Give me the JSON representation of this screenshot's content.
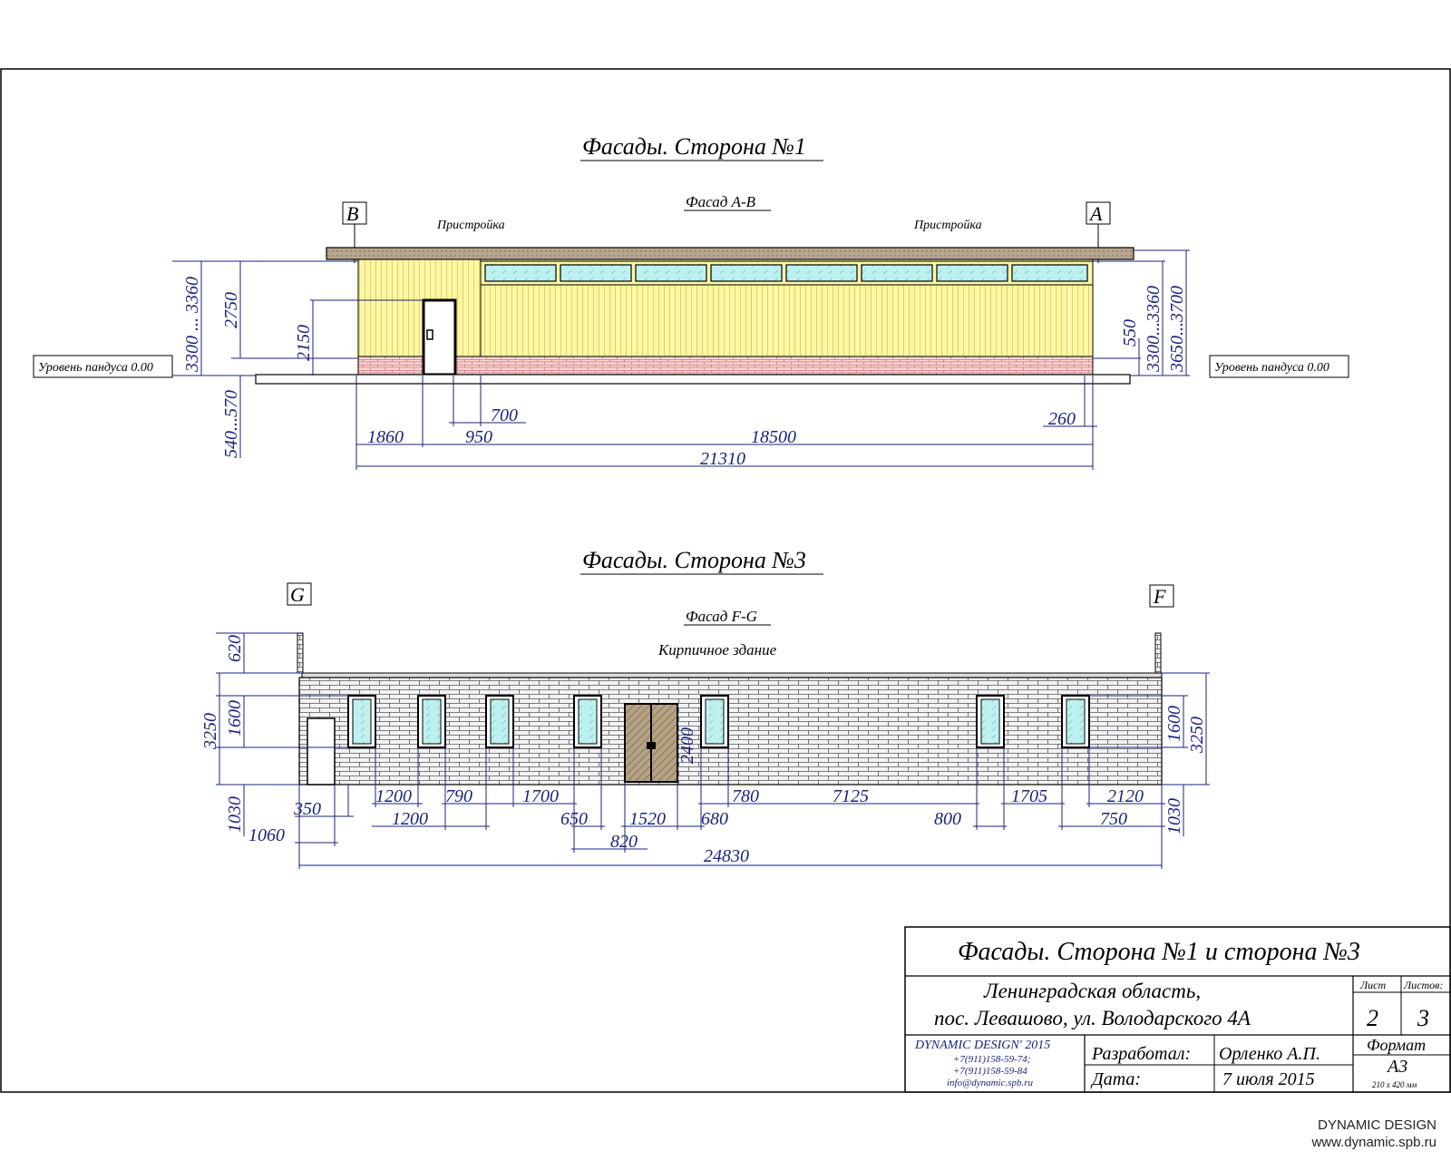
{
  "sheet_title_1": "Фасады. Сторона №1",
  "facade_1_subtitle": "Фасад А-В",
  "annex_label": "Пристройка",
  "axis_b": "В",
  "axis_a": "А",
  "ramp_level": "Уровень пандуса 0.00",
  "dims_1": {
    "h_3300_3360_left": "3300 ... 3360",
    "h_2750": "2750",
    "h_2150": "2150",
    "h_540_570": "540...570",
    "h_550": "550",
    "h_3300_3360_right": "3300...3360",
    "h_3650_3700": "3650...3700",
    "w_700": "700",
    "w_1860": "1860",
    "w_950": "950",
    "w_18500": "18500",
    "w_260": "260",
    "w_21310": "21310"
  },
  "sheet_title_3": "Фасады. Сторона №3",
  "facade_3_subtitle": "Фасад F-G",
  "brick_building": "Кирпичное здание",
  "axis_g": "G",
  "axis_f": "F",
  "dims_3": {
    "h_620": "620",
    "h_3250_left": "3250",
    "h_1600_left": "1600",
    "h_1030_left": "1030",
    "h_2400": "2400",
    "h_1600_right": "1600",
    "h_3250_right": "3250",
    "h_1030_right": "1030",
    "w_350": "350",
    "w_1060": "1060",
    "w_1200_top": "1200",
    "w_1200_bottom": "1200",
    "w_790": "790",
    "w_1700": "1700",
    "w_650": "650",
    "w_820": "820",
    "w_1520": "1520",
    "w_780": "780",
    "w_680": "680",
    "w_7125": "7125",
    "w_800": "800",
    "w_1705": "1705",
    "w_2120": "2120",
    "w_750": "750",
    "w_24830": "24830"
  },
  "title_block": {
    "title": "Фасады. Сторона №1 и сторона №3",
    "address_line1": "Ленинградская область,",
    "address_line2": "пос. Левашово, ул. Володарского 4А",
    "sheet_label": "Лист",
    "sheets_label": "Листов:",
    "sheet_no": "2",
    "sheets_total": "3",
    "company": "DYNAMIC DESIGN' 2015",
    "phone1": "+7(911)158-59-74;",
    "phone2": "+7(911)158-59-84",
    "email": "info@dynamic.spb.ru",
    "developed_label": "Разработал:",
    "developed_value": "Орленко А.П.",
    "date_label": "Дата:",
    "date_value": "7 июля 2015",
    "format_label": "Формат",
    "format_value": "А3",
    "format_size": "210 х 420 мм"
  },
  "watermark_line1": "DYNAMIC DESIGN",
  "watermark_line2": "www.dynamic.spb.ru",
  "colors": {
    "dim": "#1a237e",
    "siding": "#fbf7a6",
    "brick_base": "#f4c9c9",
    "glass": "#bff0f0",
    "roof": "#b8a58f",
    "door_double": "#b5a285"
  }
}
